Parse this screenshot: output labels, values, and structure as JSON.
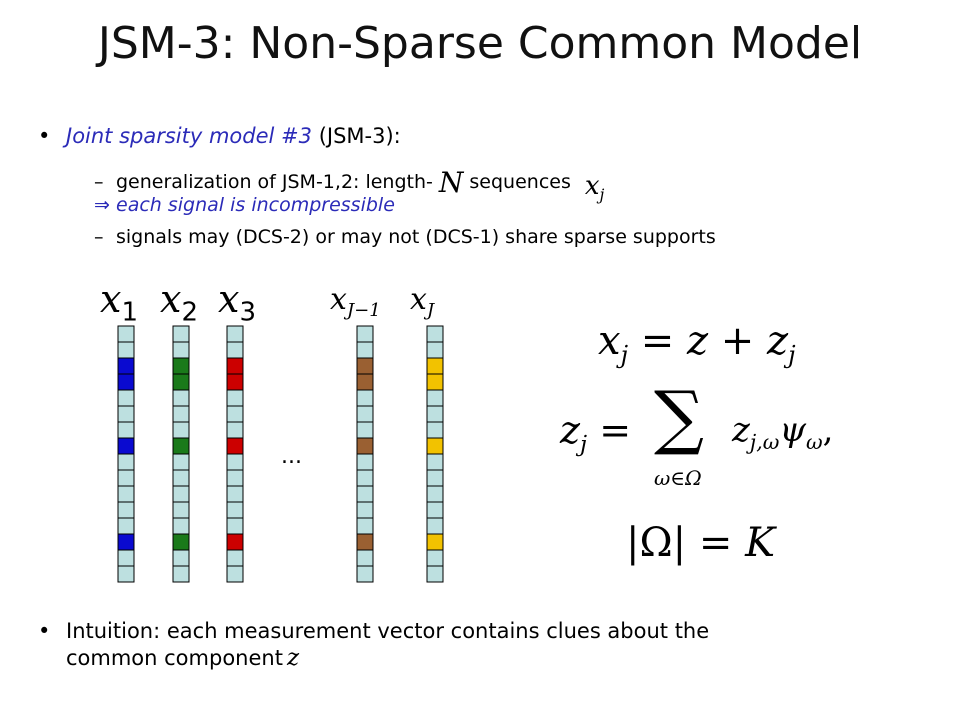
{
  "title": "JSM-3: Non-Sparse Common Model",
  "bullet1": {
    "highlight": "Joint sparsity model #3",
    "rest": " (JSM-3):",
    "sub1_text": "generalization of JSM-1,2: length-",
    "sub1_N": "N",
    "sub1_after": "sequences",
    "sub2": "each signal is incompressible",
    "sub3": "signals may (DCS-2) or may not (DCS-1) share sparse supports"
  },
  "bullet2": {
    "line1": "Intuition: each measurement vector contains clues about the",
    "line2": "common component"
  },
  "colors": {
    "cell_bg": "#bde0e0",
    "x1": "#0a0ad0",
    "x2": "#1a7a1a",
    "x3": "#cc0000",
    "xJ1": "#9a6032",
    "xJ": "#f2c200",
    "highlight": "#2b2bb8"
  },
  "columns": [
    {
      "label": "x",
      "sub": "1",
      "color_key": "x1"
    },
    {
      "label": "x",
      "sub": "2",
      "color_key": "x2"
    },
    {
      "label": "x",
      "sub": "3",
      "color_key": "x3"
    },
    {
      "label": "x",
      "sub": "J−1",
      "color_key": "xJ1"
    },
    {
      "label": "x",
      "sub": "J",
      "color_key": "xJ"
    }
  ],
  "column_cells": 16,
  "highlighted_cells": [
    2,
    3,
    7,
    13
  ],
  "ellipsis": "...",
  "equations": {
    "eq1": "x_j = z + z_j",
    "eq2_lhs": "z_j =",
    "eq2_sum": "∑",
    "eq2_sub": "ω∈Ω",
    "eq2_rhs": "z_{j,ω}ψ_ω ,",
    "eq3": "|Ω| = K"
  }
}
